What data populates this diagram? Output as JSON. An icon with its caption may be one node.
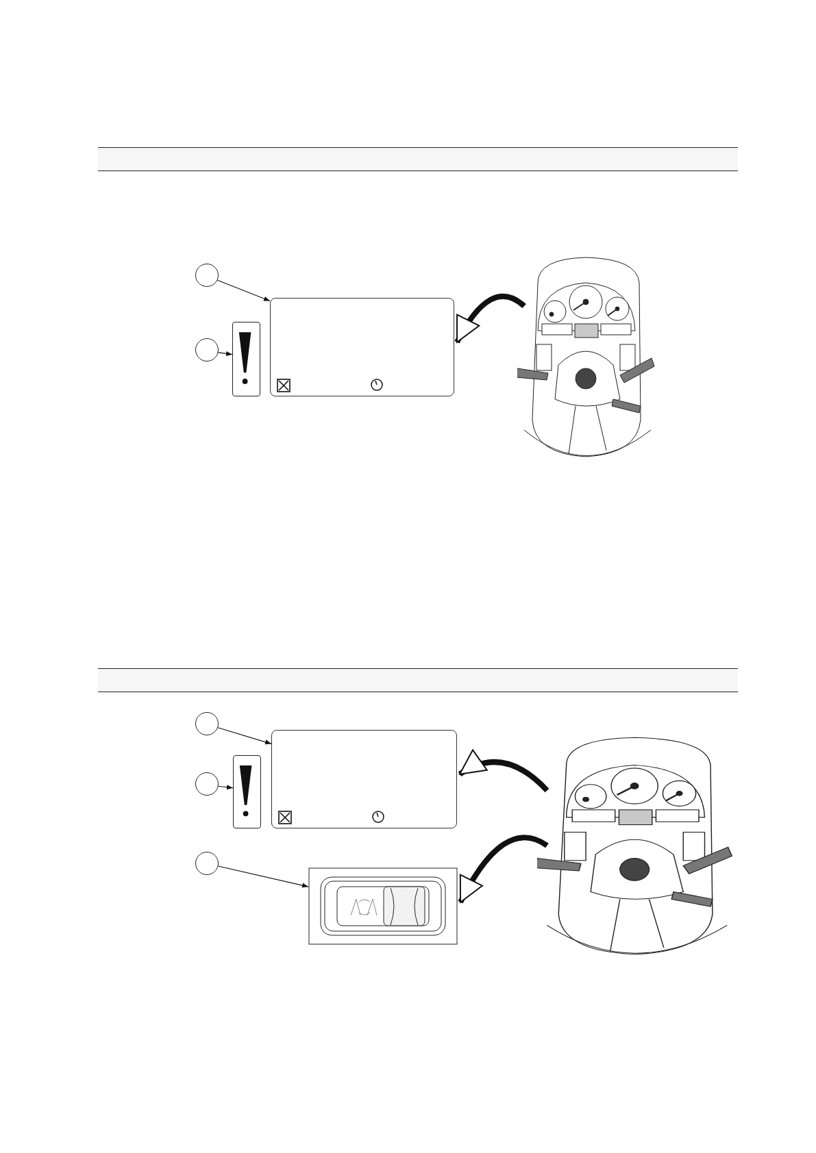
{
  "diagram": {
    "nodes": [
      {
        "text": [],
        "shape": "circle"
      },
      {
        "text": [],
        "shape": "circle"
      },
      {
        "text": [],
        "shape": "box"
      },
      {
        "text": [],
        "shape": "picture"
      },
      {
        "text": [],
        "shape": "picture"
      },
      {
        "text": [],
        "shape": "circle"
      },
      {
        "text": [],
        "shape": "circle"
      },
      {
        "text": [],
        "shape": "circle"
      },
      {
        "text": [],
        "shape": "box"
      },
      {
        "text": [],
        "shape": "picture"
      },
      {
        "text": [],
        "shape": "picture"
      },
      {
        "text": [],
        "shape": "picture"
      }
    ],
    "edges": [
      {
        "from": 0,
        "to": 2,
        "arrow": "to"
      },
      {
        "from": 1,
        "to": 3,
        "arrow": "to"
      },
      {
        "from": 4,
        "to": 2,
        "arrow": "to",
        "style": "thick"
      },
      {
        "from": 5,
        "to": 8,
        "arrow": "to"
      },
      {
        "from": 6,
        "to": 9,
        "arrow": "to"
      },
      {
        "from": 7,
        "to": 10,
        "arrow": "to"
      },
      {
        "from": 11,
        "to": 8,
        "arrow": "to",
        "style": "thick"
      },
      {
        "from": 11,
        "to": 10,
        "arrow": "to",
        "style": "thick"
      }
    ]
  }
}
